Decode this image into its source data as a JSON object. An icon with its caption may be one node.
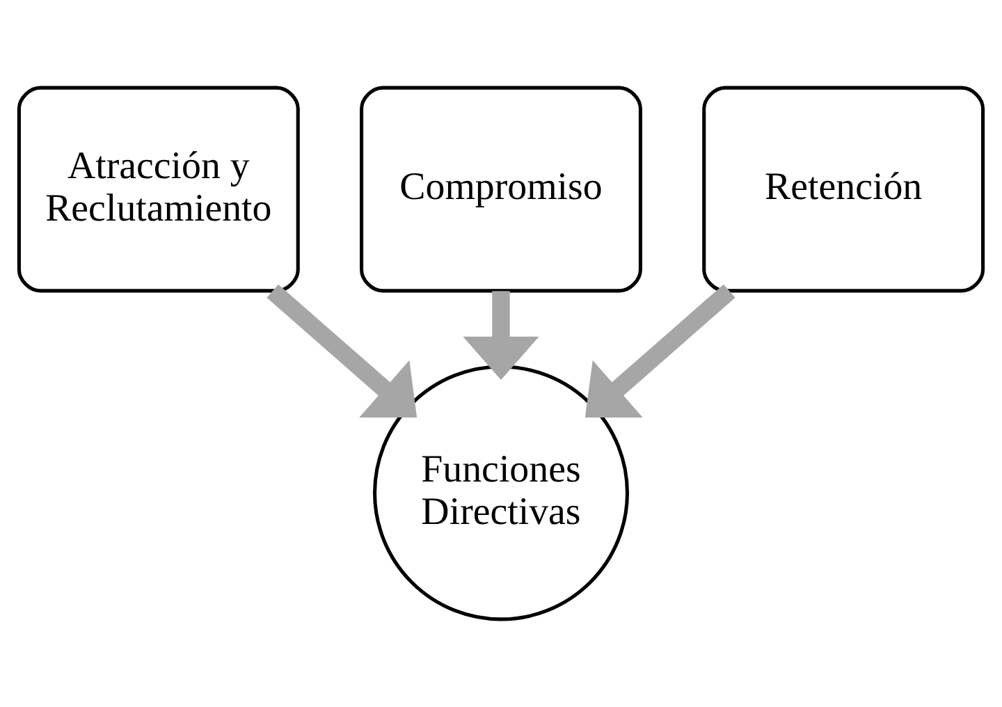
{
  "diagram": {
    "nodes": [
      {
        "text": [
          "Atracción y Reclutamiento"
        ]
      },
      {
        "text": [
          "Compromiso"
        ]
      },
      {
        "text": [
          "Retención"
        ]
      },
      {
        "text": [
          "Funciones Directivas"
        ]
      }
    ],
    "edges": [
      {
        "from": 0,
        "to": 3,
        "arrow": "to"
      },
      {
        "from": 1,
        "to": 3,
        "arrow": "to"
      },
      {
        "from": 2,
        "to": 3,
        "arrow": "to"
      }
    ]
  }
}
